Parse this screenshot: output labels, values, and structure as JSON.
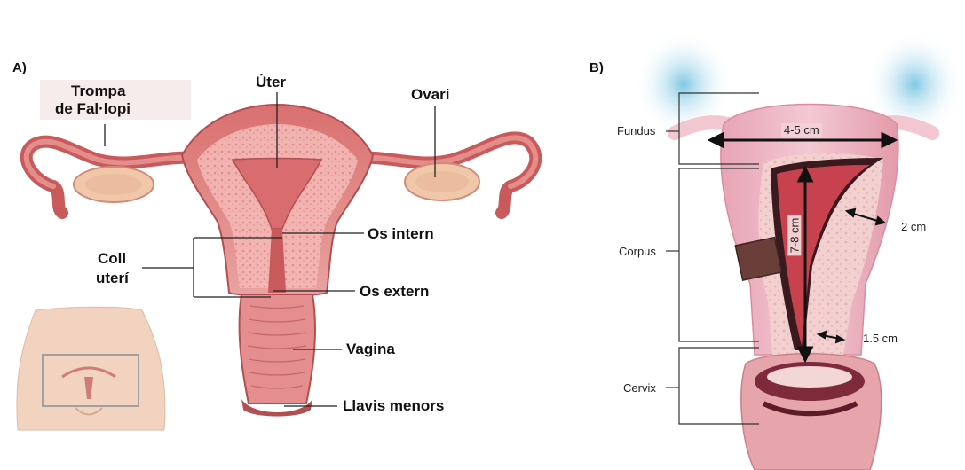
{
  "panel_a": {
    "letter": "A)",
    "labels": {
      "trompa_line1": "Trompa",
      "trompa_line2": "de Fal·lopi",
      "uter": "Úter",
      "ovari": "Ovari",
      "coll_line1": "Coll",
      "coll_line2": "uterí",
      "os_intern": "Os intern",
      "os_extern": "Os extern",
      "vagina": "Vagina",
      "llavis": "Llavis menors"
    }
  },
  "panel_b": {
    "letter": "B)",
    "labels": {
      "fundus": "Fundus",
      "corpus": "Corpus",
      "cervix": "Cervix",
      "width": "4-5 cm",
      "length": "7-8 cm",
      "wall": "2 cm",
      "cervix_wall": "1.5 cm"
    }
  },
  "colors": {
    "tissue": "#e9a0a0",
    "tissue_dark": "#b8484f",
    "tissue_light": "#f4c6c2",
    "ovary": "#f0c7a8",
    "line": "#222222"
  }
}
